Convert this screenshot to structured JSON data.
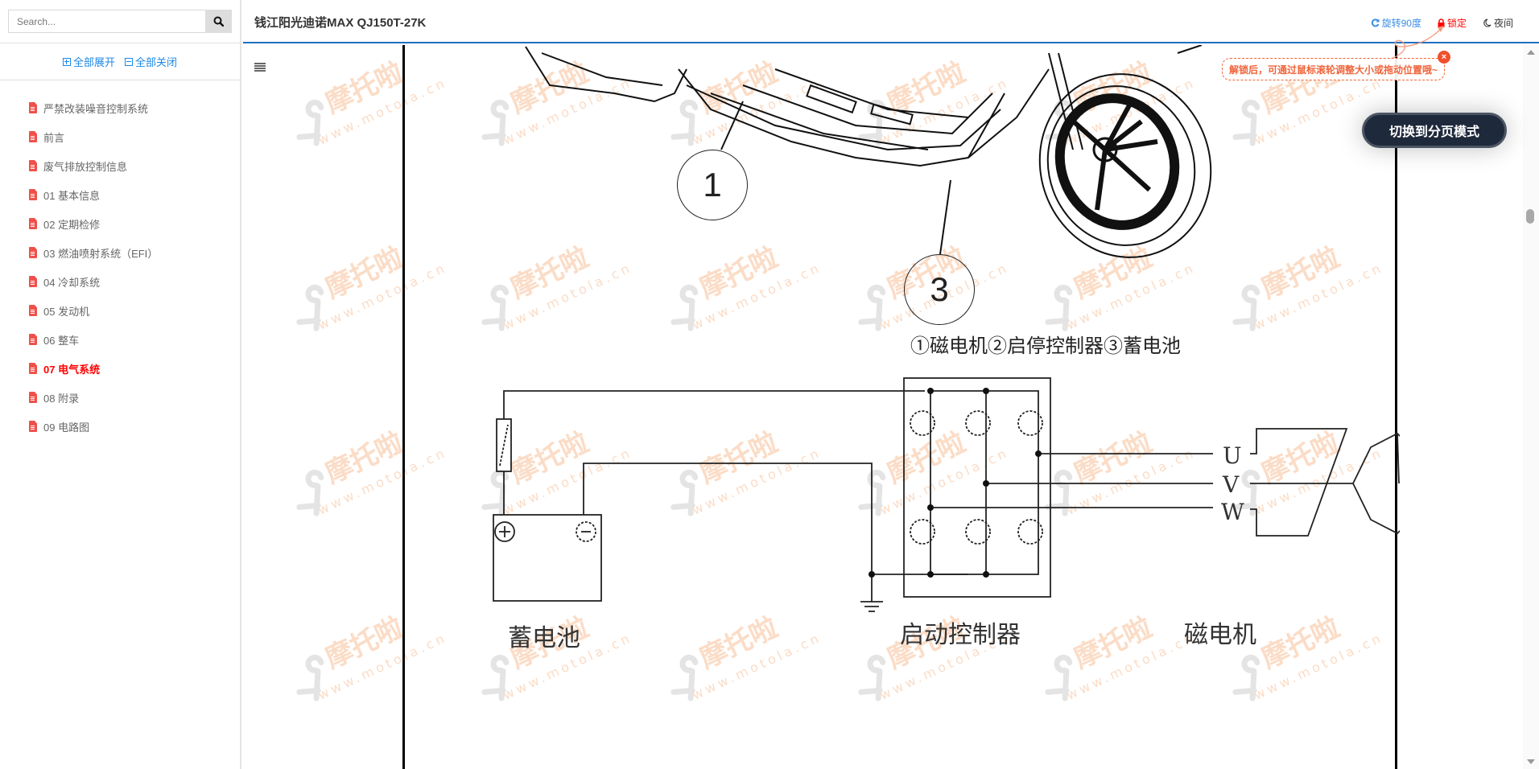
{
  "sidebar": {
    "search_placeholder": "Search...",
    "search_value": "",
    "expand_all": "全部展开",
    "collapse_all": "全部关闭",
    "items": [
      {
        "label": "严禁改装噪音控制系统",
        "active": false
      },
      {
        "label": "前言",
        "active": false
      },
      {
        "label": "废气排放控制信息",
        "active": false
      },
      {
        "label": "01 基本信息",
        "active": false
      },
      {
        "label": "02 定期检修",
        "active": false
      },
      {
        "label": "03 燃油喷射系统（EFI）",
        "active": false
      },
      {
        "label": "04 冷却系统",
        "active": false
      },
      {
        "label": "05 发动机",
        "active": false
      },
      {
        "label": "06 整车",
        "active": false
      },
      {
        "label": "07 电气系统",
        "active": true
      },
      {
        "label": "08 附录",
        "active": false
      },
      {
        "label": "09 电路图",
        "active": false
      }
    ]
  },
  "header": {
    "title": "钱江阳光迪诺MAX QJ150T-27K",
    "rotate_label": "旋转90度",
    "lock_label": "锁定",
    "night_label": "夜间"
  },
  "tooltip": {
    "text": "解锁后，可通过鼠标滚轮调整大小或拖动位置哦~",
    "close": "×"
  },
  "switch_mode_label": "切换到分页模式",
  "document": {
    "callouts": [
      "1",
      "3"
    ],
    "caption": "①磁电机②启停控制器③蓄电池",
    "diagram": {
      "battery_label": "蓄电池",
      "controller_label": "启动控制器",
      "magneto_label": "磁电机",
      "phases": [
        "U",
        "V",
        "W"
      ],
      "plus": "+",
      "minus": "−"
    },
    "watermark": {
      "brand": "摩托啦",
      "url": "www.motola.cn"
    }
  },
  "colors": {
    "accent_blue": "#1e6fbf",
    "link_blue": "#1e88e5",
    "active_red": "#ff0000",
    "doc_icon_red": "#f0504a",
    "tip_orange": "#f0643a",
    "switch_bg": "#1e293b"
  }
}
